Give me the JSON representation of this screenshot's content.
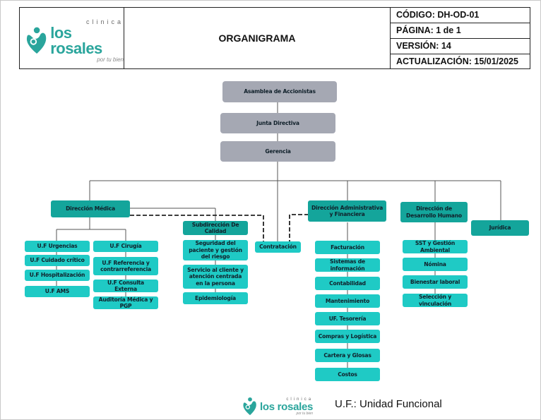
{
  "header": {
    "logo": {
      "line1": "clinica",
      "line2": "los rosales",
      "line3": "por tu bien"
    },
    "title": "ORGANIGRAMA",
    "codigo": "CÓDIGO: DH-OD-01",
    "pagina": "PÁGINA: 1 de 1",
    "version": "VERSIÓN: 14",
    "actualizacion": "ACTUALIZACIÓN: 15/01/2025"
  },
  "colors": {
    "top_level": "#a5a8b3",
    "direction": "#14a59b",
    "unit": "#1fcac5"
  },
  "org": {
    "asamblea": "Asamblea de Accionistas",
    "junta": "Junta Directiva",
    "gerencia": "Gerencia",
    "direccion_medica": {
      "label": "Dirección Médica",
      "col1": [
        "U.F Urgencias",
        "U.F Cuidado crítico",
        "U.F Hospitalización",
        "U.F AMS"
      ],
      "col2": [
        "U.F Cirugía",
        "U.F Referencia y contrarreferencia",
        "U.F Consulta Externa",
        "Auditoría Médica y PGP"
      ]
    },
    "subdireccion_calidad": {
      "label": "Subdirección De Calidad",
      "items": [
        "Seguridad del paciente y gestión del riesgo",
        "Servicio al cliente y atención centrada en la persona",
        "Epidemiología"
      ]
    },
    "contratacion": "Contratación",
    "direccion_administrativa": {
      "label": "Dirección Administrativa y Financiera",
      "items": [
        "Facturación",
        "Sistemas de información",
        "Contabilidad",
        "Mantenimiento",
        "UF. Tesorería",
        "Compras y Logística",
        "Cartera y Glosas",
        "Costos"
      ]
    },
    "direccion_desarrollo": {
      "label": "Dirección de Desarrollo Humano",
      "items": [
        "SST y Gestión Ambiental",
        "Nómina",
        "Bienestar laboral",
        "Selección y vinculación"
      ]
    },
    "juridica": "Jurídica"
  },
  "footer": {
    "logo": {
      "line1": "clinica",
      "line2": "los rosales",
      "line3": "por tu bien"
    },
    "legend": "U.F.: Unidad Funcional"
  }
}
